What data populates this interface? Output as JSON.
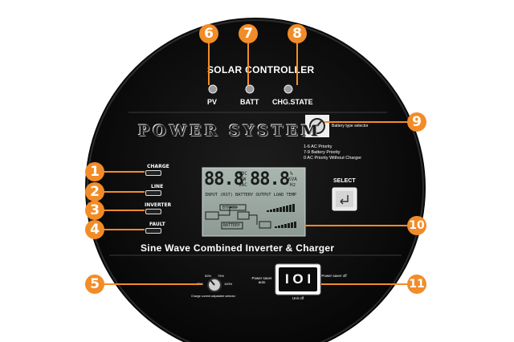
{
  "panel": {
    "header_title": "SOLAR CONTROLLER",
    "brand": "POWER SYSTEM",
    "bottom_title": "Sine Wave Combined Inverter & Charger"
  },
  "top_leds": [
    {
      "label": "PV"
    },
    {
      "label": "BATT"
    },
    {
      "label": "CHG.STATE"
    }
  ],
  "indicators": [
    {
      "label": "CHARGE"
    },
    {
      "label": "LINE"
    },
    {
      "label": "INVERTER"
    },
    {
      "label": "FAULT"
    }
  ],
  "battery_selector": {
    "label": "Battery type selector",
    "notes": [
      "1-6 AC Priority",
      "7-9 Battery Priority",
      "0 AC Priority Without Charger"
    ]
  },
  "lcd": {
    "digits_left": "88.8",
    "digits_right": "88.8",
    "units_left": [
      "VDC",
      "KW",
      "VAC"
    ],
    "units_right": [
      "%",
      "KVA",
      "Hz"
    ],
    "status_row": "INPUT (RST) BATTERY OUTPUT LOAD TEMP",
    "bypass": "BYPASS",
    "battery": "BATTERY"
  },
  "select_button": {
    "label": "SELECT"
  },
  "charge_knob": {
    "marks": [
      "25%",
      "50%",
      "75%",
      "100%"
    ],
    "caption": "Charge current adjustable selector"
  },
  "power_switch": {
    "left_label": "Power saver auto",
    "right_label": "Power saver off",
    "bottom_label": "Unit off",
    "symbol": "I O I"
  },
  "callouts": [
    "1",
    "2",
    "3",
    "4",
    "5",
    "6",
    "7",
    "8",
    "9",
    "10",
    "11"
  ],
  "colors": {
    "accent": "#f28c28",
    "panel": "#101010",
    "lcd": "#9ba8a2"
  }
}
